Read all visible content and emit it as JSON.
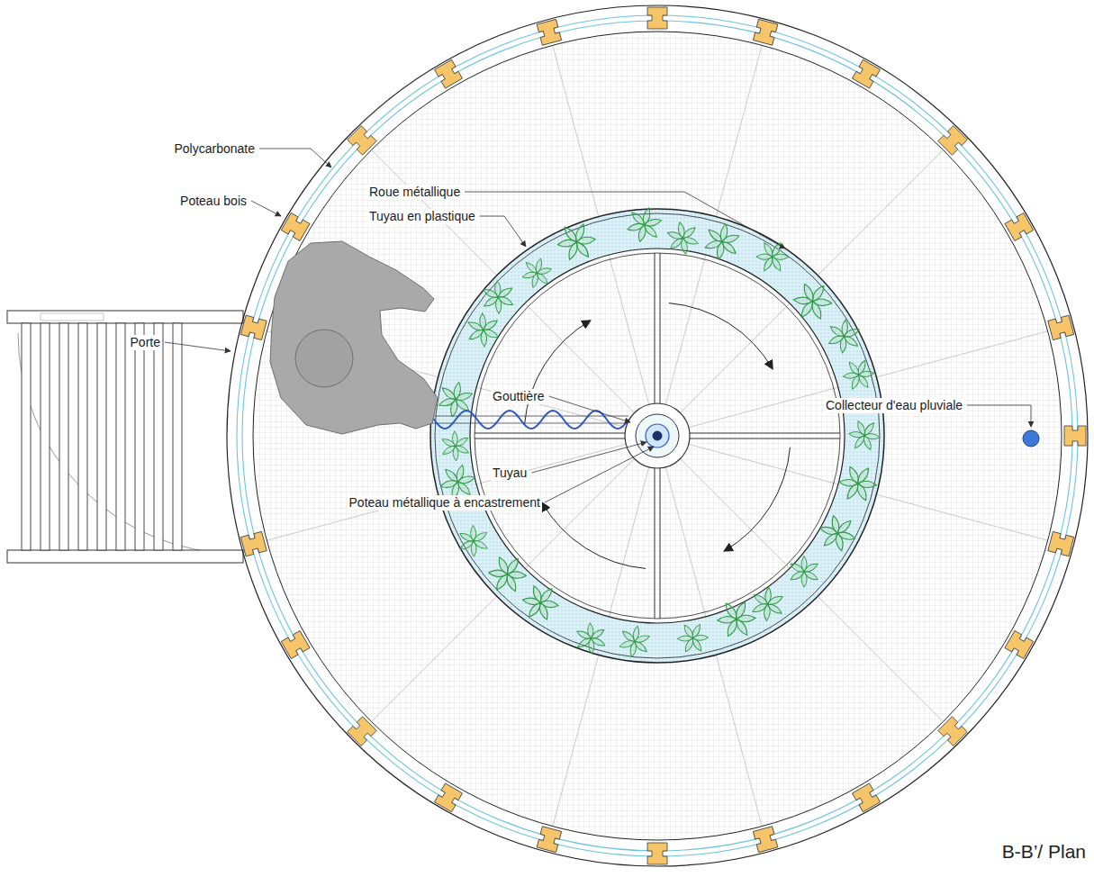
{
  "diagram": {
    "caption": "B-B’/ Plan",
    "labels": [
      "Polycarbonate",
      "Poteau bois",
      "Roue métallique",
      "Tuyau en plastique",
      "Porte",
      "Gouttière",
      "Collecteur d'eau pluviale",
      "Tuyau",
      "Poteau métallique à encastrement"
    ]
  }
}
